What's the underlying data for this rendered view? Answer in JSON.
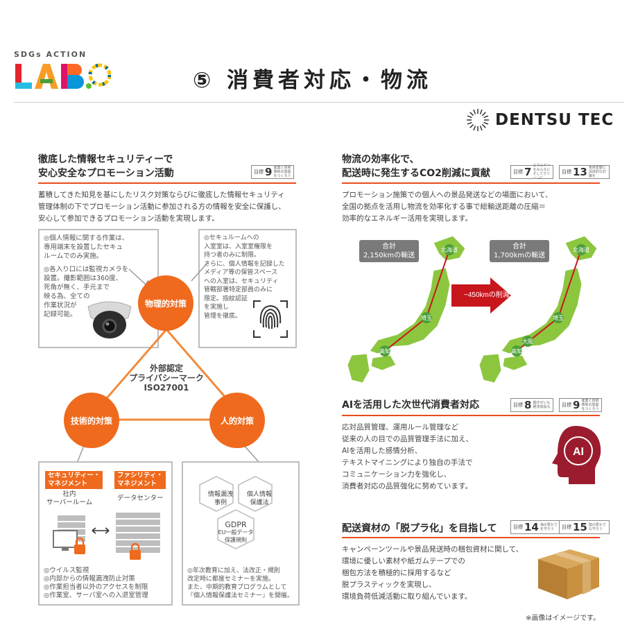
{
  "header": {
    "logo_small": "SDGs ACTION",
    "logo_main": "LAB.",
    "title": "⑤ 消費者対応・物流",
    "brand": "DENTSU TEC"
  },
  "security": {
    "title_line1": "徹底した情報セキュリティーで",
    "title_line2": "安心安全なプロモーション活動",
    "sdg": {
      "label": "目標",
      "num": "9",
      "text": "産業と技術革新の基盤をつくろう"
    },
    "body": [
      "蓄積してきた知見を基にしたリスク対策ならびに徹底した情報セキュリティ",
      "管理体制の下でプロモーション活動に参加される方の情報を安全に保護し、",
      "安心して参加できるプロモーション活動を実現します。"
    ],
    "box_tl": [
      "◎個人情報に関する作業は、",
      "専用端末を設置したセキュ",
      "ルームでのみ実施。",
      "",
      "◎各入り口には監視カメラを",
      "設置。撮影範囲は360度、",
      "死角が無く、手元まで",
      "映る為、全ての",
      "作業状況が",
      "記録可能。"
    ],
    "box_tr": [
      "◎セキュルームへの",
      "入室室は、入室室権限を",
      "持つ者のみに制限。",
      "さらに、個人情報を記録した",
      "メディア等の保管スペース",
      "への入室は、セキュリティ",
      "管轄部署特定部員のみに",
      "限定。指紋認証",
      "を実施し",
      "管理を徹底。"
    ],
    "circle_physical": "物理的対策",
    "circle_technical": "技術的対策",
    "circle_human": "人的対策",
    "center": [
      "外部認定",
      "プライバシーマーク",
      "ISO27001"
    ],
    "tag1": [
      "セキュリティー・",
      "マネジメント"
    ],
    "tag2": [
      "ファシリティ・",
      "マネジメント"
    ],
    "label_server": [
      "社内",
      "サーバールーム"
    ],
    "label_data": "データセンター",
    "box_bl": [
      "◎ウイルス監視",
      "◎内部からの情報漏洩防止対策",
      "◎作業担当者以外のアクセスを制限",
      "◎作業室、サーバ室への入退室管理"
    ],
    "hex1": [
      "情報漏洩",
      "事例"
    ],
    "hex2": [
      "個人情報",
      "保護法"
    ],
    "hex3": [
      "GDPR",
      "EU一般データ",
      "保護規則"
    ],
    "box_br": [
      "◎年次教育に加え、法改正・規則",
      "改定時に都度セミナーを実施。",
      "また、中期的教育プログラムとして",
      "『個人情報保護法セミナー』を開催。"
    ]
  },
  "logistics": {
    "title_line1": "物流の効率化で、",
    "title_line2": "配送時に発生するCO2削減に貢献",
    "sdg1": {
      "label": "目標",
      "num": "7",
      "text": "エネルギーをみんなにそしてクリーンに"
    },
    "sdg2": {
      "label": "目標",
      "num": "13",
      "text": "気候変動に具体的な対策を"
    },
    "body": [
      "プロモーション施策での個人への景品発送などの場面において、",
      "全国の拠点を活用し物流を効率化する事で総輸送距離の圧縮＝",
      "効率的なエネルギー活用を実現します。"
    ],
    "map1_pill": [
      "合計",
      "2,150kmの輸送"
    ],
    "map2_pill": [
      "合計",
      "1,700kmの輸送"
    ],
    "arrow_text": "−450kmの削減",
    "cities": {
      "north": "北海道",
      "saitama": "埼玉",
      "osaka": "大阪",
      "kochi": "高知"
    }
  },
  "ai": {
    "title": "AIを活用した次世代消費者対応",
    "sdg1": {
      "label": "目標",
      "num": "8",
      "text": "働きがいも経済成長も"
    },
    "sdg2": {
      "label": "目標",
      "num": "9",
      "text": "産業と技術革新の基盤をつくろう"
    },
    "body": [
      "応対品質管理、運用ルール管理など",
      "従来の人の目での品質管理手法に加え、",
      "AIを活用した感情分析、",
      "テキストマイニングにより独自の手法で",
      "コミュニケーション力を強化し、",
      "消費者対応の品質強化に努めています。"
    ],
    "icon_text": "AI"
  },
  "plastic": {
    "title": "配送資材の「脱プラ化」を目指して",
    "sdg1": {
      "label": "目標",
      "num": "14",
      "text": "海の豊かさを守ろう"
    },
    "sdg2": {
      "label": "目標",
      "num": "15",
      "text": "陸の豊かさも守ろう"
    },
    "body": [
      "キャンペーンツールや景品発送時の梱包資材に関して、",
      "環境に優しい素材や紙ガムテープでの",
      "梱包方法を積極的に採用するなど",
      "脱プラスティックを実現し、",
      "環境負荷低減活動に取り組んでいます。"
    ],
    "note": "※画像はイメージです。"
  },
  "colors": {
    "accent": "#ef6a1c",
    "rule": "#e94b1a",
    "map_green": "#8cc63f"
  }
}
